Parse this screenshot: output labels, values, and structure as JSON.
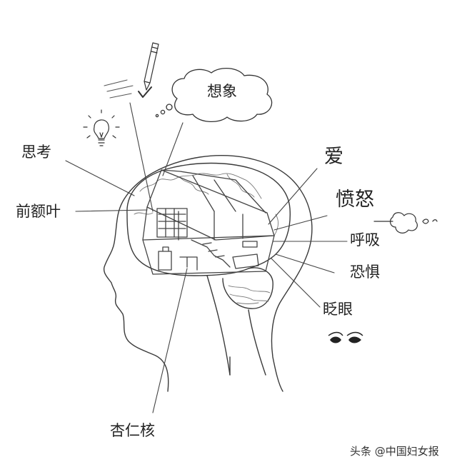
{
  "labels": {
    "imagine": "想象",
    "think": "思考",
    "frontal_lobe": "前额叶",
    "love": "爱",
    "anger": "愤怒",
    "breathing": "呼吸",
    "fear": "恐惧",
    "blink": "眨眼",
    "amygdala": "杏仁核"
  },
  "watermark": "头条 @中国妇女报",
  "colors": {
    "line": "#3a3a3a",
    "ink": "#222222",
    "room": "#555555"
  },
  "icons": [
    "pencil-icon",
    "checkmark-icon",
    "lightbulb-icon",
    "thought-cloud-icon",
    "breath-puff-icon",
    "eyes-icon"
  ]
}
